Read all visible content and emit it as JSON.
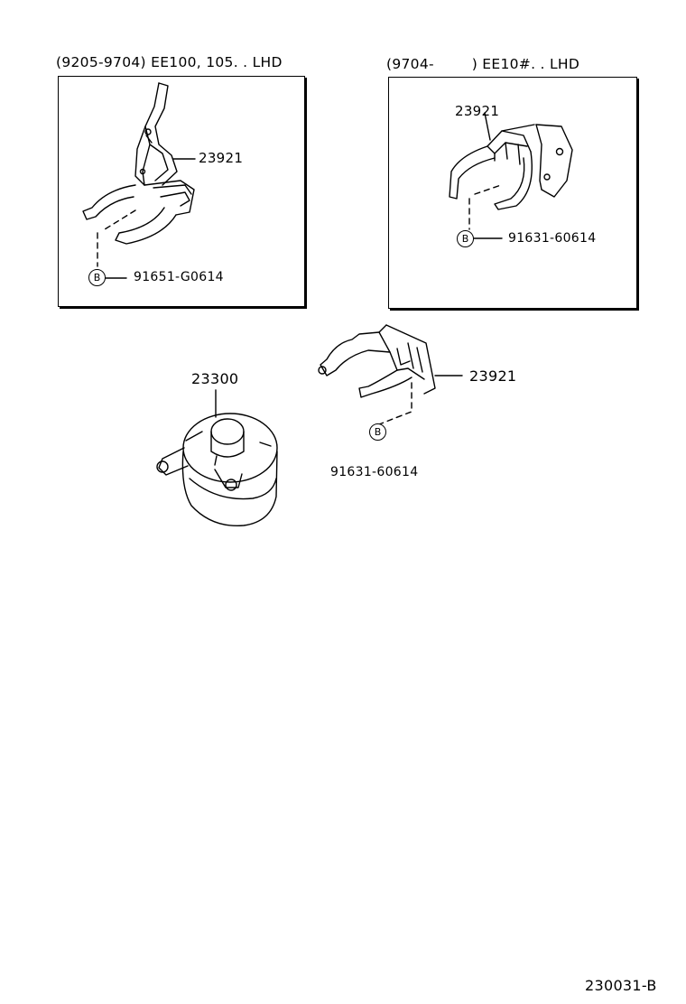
{
  "panel_left": {
    "caption": "(9205-9704) EE100, 105. . LHD",
    "part_clamp": "23921",
    "part_bolt": "91651-G0614",
    "badge": "B"
  },
  "panel_right": {
    "caption": "(9704-        ) EE10#. . LHD",
    "part_clamp": "23921",
    "part_bolt": "91631-60614",
    "badge": "B"
  },
  "main": {
    "part_filter": "23300",
    "part_clamp": "23921",
    "part_bolt": "91631-60614",
    "badge": "B"
  },
  "figure_code": "230031-B"
}
